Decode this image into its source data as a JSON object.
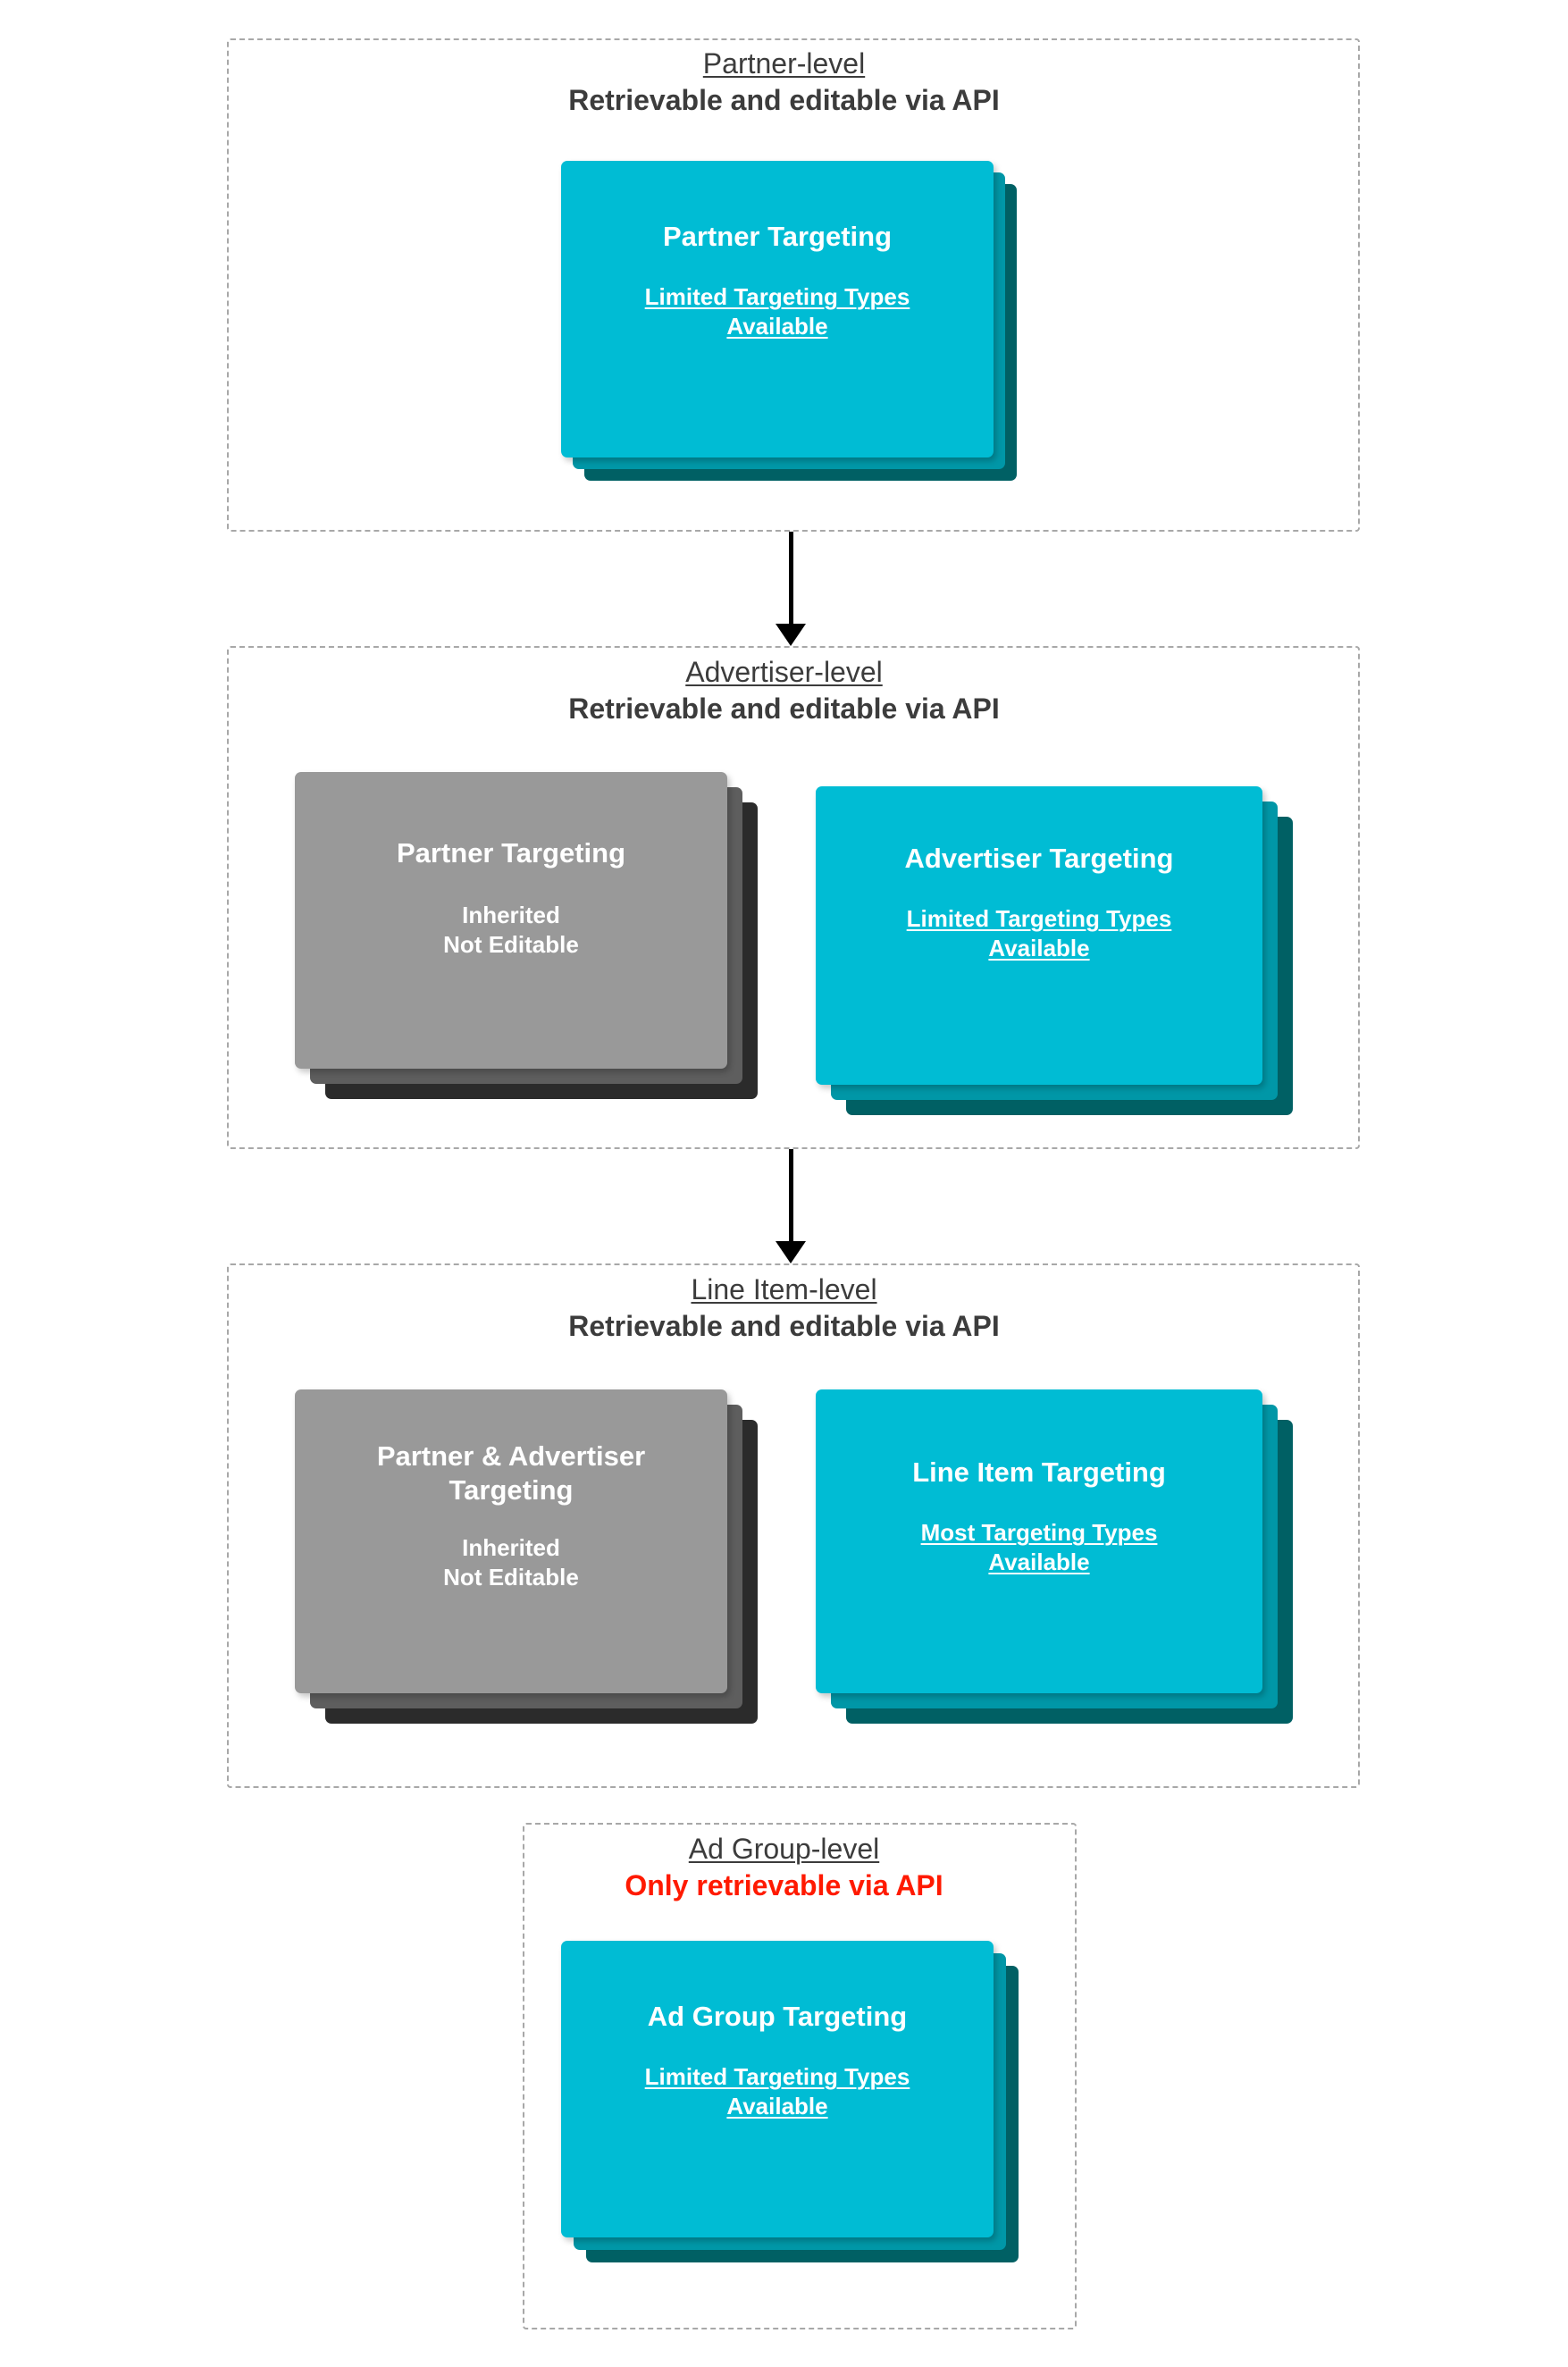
{
  "colors": {
    "cyan_front": "#00bcd4",
    "cyan_mid": "#0097a7",
    "cyan_back": "#006064",
    "gray_front": "#999999",
    "gray_mid": "#5e5e5e",
    "gray_back": "#2b2b2b",
    "heading_text": "#3c3c3c",
    "warning_text": "#ff1a00",
    "dashed_border": "#a8a8a8",
    "arrow": "#000000",
    "card_text": "#ffffff"
  },
  "levels": [
    {
      "id": "partner",
      "name": "Partner-level",
      "access": "Retrievable and editable via API",
      "access_is_warning": false,
      "cards": [
        {
          "id": "partner-targeting",
          "title": "Partner Targeting",
          "subtitle": "Limited Targeting Types Available",
          "subtitle_underlined": true,
          "style": "cyan"
        }
      ]
    },
    {
      "id": "advertiser",
      "name": "Advertiser-level",
      "access": "Retrievable and editable via API",
      "access_is_warning": false,
      "cards": [
        {
          "id": "inherited-partner-targeting",
          "title": "Partner Targeting",
          "subtitle": "Inherited Not Editable",
          "subtitle_underlined": false,
          "style": "gray"
        },
        {
          "id": "advertiser-targeting",
          "title": "Advertiser Targeting",
          "subtitle": "Limited Targeting Types Available",
          "subtitle_underlined": true,
          "style": "cyan"
        }
      ]
    },
    {
      "id": "lineitem",
      "name": "Line Item-level",
      "access": "Retrievable and editable via API",
      "access_is_warning": false,
      "cards": [
        {
          "id": "inherited-partner-advertiser-targeting",
          "title": "Partner & Advertiser Targeting",
          "subtitle": "Inherited Not Editable",
          "subtitle_underlined": false,
          "style": "gray"
        },
        {
          "id": "lineitem-targeting",
          "title": "Line Item Targeting",
          "subtitle": "Most Targeting Types Available",
          "subtitle_underlined": true,
          "style": "cyan"
        }
      ]
    },
    {
      "id": "adgroup",
      "name": "Ad Group-level",
      "access": "Only retrievable via API",
      "access_is_warning": true,
      "cards": [
        {
          "id": "adgroup-targeting",
          "title": "Ad Group Targeting",
          "subtitle": "Limited Targeting Types Available",
          "subtitle_underlined": true,
          "style": "cyan"
        }
      ]
    }
  ],
  "cards": {
    "partner_targeting": {
      "title": "Partner Targeting",
      "sub_line1": "Limited Targeting Types",
      "sub_line2": "Available"
    },
    "advertiser_inherited": {
      "title": "Partner Targeting",
      "sub_line1": "Inherited",
      "sub_line2": "Not Editable"
    },
    "advertiser_targeting": {
      "title": "Advertiser Targeting",
      "sub_line1": "Limited Targeting Types",
      "sub_line2": "Available"
    },
    "lineitem_inherited": {
      "title_line1": "Partner & Advertiser",
      "title_line2": "Targeting",
      "sub_line1": "Inherited",
      "sub_line2": "Not Editable"
    },
    "lineitem_targeting": {
      "title": "Line Item Targeting",
      "sub_line1": "Most Targeting Types",
      "sub_line2": "Available"
    },
    "adgroup_targeting": {
      "title": "Ad Group Targeting",
      "sub_line1": "Limited Targeting Types",
      "sub_line2": "Available"
    }
  },
  "headings": {
    "partner_name": "Partner-level",
    "partner_access": "Retrievable and editable via API",
    "advertiser_name": "Advertiser-level",
    "advertiser_access": "Retrievable and editable via API",
    "lineitem_name": "Line Item-level",
    "lineitem_access": "Retrievable and editable via API",
    "adgroup_name": "Ad Group-level",
    "adgroup_access": "Only retrievable via API"
  },
  "flow": {
    "arrow_1": "partner-to-advertiser",
    "arrow_2": "advertiser-to-lineitem"
  }
}
